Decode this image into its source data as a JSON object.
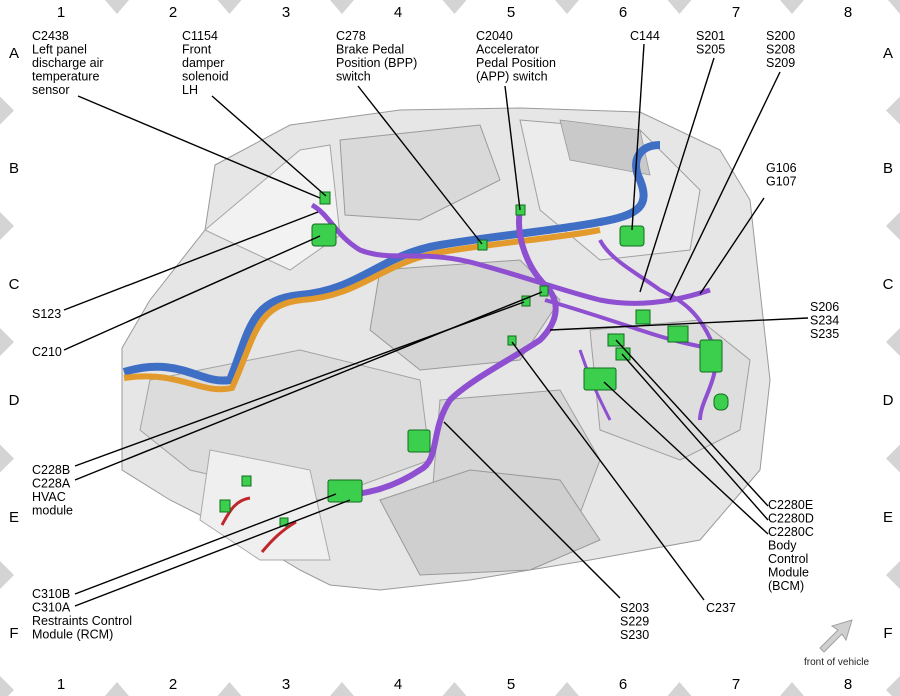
{
  "grid": {
    "columns": [
      "1",
      "2",
      "3",
      "4",
      "5",
      "6",
      "7",
      "8"
    ],
    "rows": [
      "A",
      "B",
      "C",
      "D",
      "E",
      "F"
    ]
  },
  "labels": {
    "c2438": [
      "C2438",
      "Left panel",
      "discharge air",
      "temperature",
      "sensor"
    ],
    "c1154": [
      "C1154",
      "Front",
      "damper",
      "solenoid",
      "LH"
    ],
    "c278": [
      "C278",
      "Brake Pedal",
      "Position (BPP)",
      "switch"
    ],
    "c2040": [
      "C2040",
      "Accelerator",
      "Pedal Position",
      "(APP) switch"
    ],
    "c144": [
      "C144"
    ],
    "s201": [
      "S201",
      "S205"
    ],
    "s200": [
      "S200",
      "S208",
      "S209"
    ],
    "g106": [
      "G106",
      "G107"
    ],
    "s206": [
      "S206",
      "S234",
      "S235"
    ],
    "s123": [
      "S123"
    ],
    "c210": [
      "C210"
    ],
    "c228": [
      "C228B",
      "C228A",
      "HVAC",
      "module"
    ],
    "c310": [
      "C310B",
      "C310A",
      "Restraints Control",
      "Module (RCM)"
    ],
    "s203": [
      "S203",
      "S229",
      "S230"
    ],
    "c237": [
      "C237"
    ],
    "c2280": [
      "C2280E",
      "C2280D",
      "C2280C",
      "Body",
      "Control",
      "Module",
      "(BCM)"
    ]
  },
  "footer": {
    "direction_note": "front of vehicle"
  },
  "colors": {
    "harness_main": "#8e4fd0",
    "harness_blue": "#3f6fc4",
    "harness_orange": "#e39a2c",
    "connector": "#3ccf4e",
    "wire_red": "#c0262b",
    "body_panel": "#e2e2e2"
  }
}
